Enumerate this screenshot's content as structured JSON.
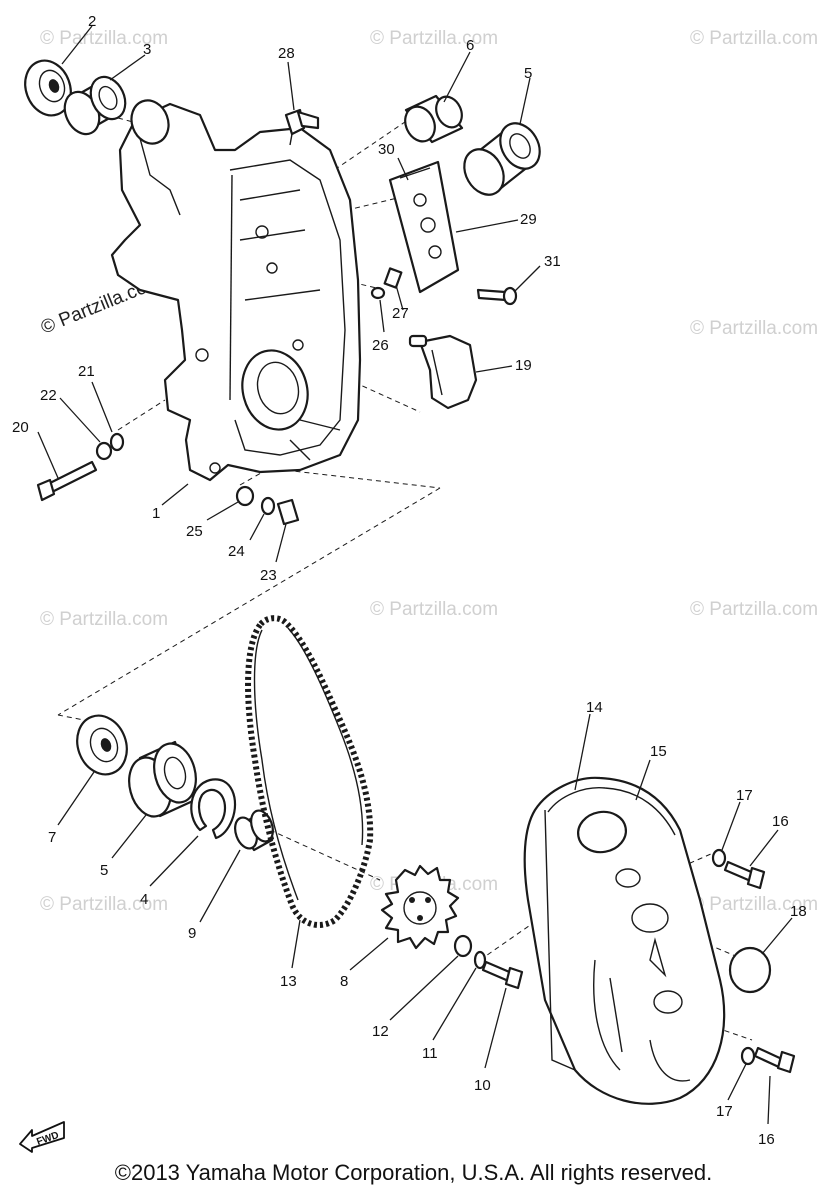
{
  "watermark_text": "© Partzilla.com",
  "fwd_label": "FWD",
  "copyright": "©2013 Yamaha Motor Corporation, U.S.A. All rights reserved.",
  "callouts": {
    "c1": "1",
    "c2": "2",
    "c3": "3",
    "c4": "4",
    "c5a": "5",
    "c5b": "5",
    "c6": "6",
    "c7": "7",
    "c8": "8",
    "c9": "9",
    "c10": "10",
    "c11": "11",
    "c12": "12",
    "c13": "13",
    "c14": "14",
    "c15": "15",
    "c16a": "16",
    "c16b": "16",
    "c17a": "17",
    "c17b": "17",
    "c18": "18",
    "c19": "19",
    "c20": "20",
    "c21": "21",
    "c22": "22",
    "c23": "23",
    "c24": "24",
    "c25": "25",
    "c26": "26",
    "c27": "27",
    "c28": "28",
    "c29": "29",
    "c30": "30",
    "c31": "31"
  }
}
